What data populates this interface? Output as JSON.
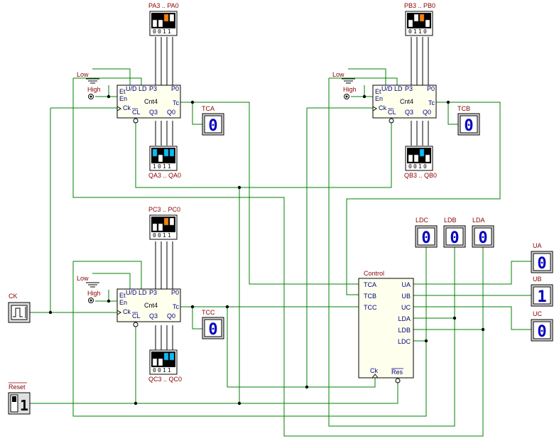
{
  "counters": [
    {
      "id": "A",
      "name": "Cnt4",
      "low": "Low",
      "high": "High",
      "pins": {
        "ud": "U/D",
        "ld": "LD",
        "p3": "P3",
        "p0": "P0",
        "et": "Et",
        "en": "En",
        "ck": "Ck",
        "cl": "CL",
        "q3": "Q3",
        "q0": "Q0",
        "tc": "Tc"
      },
      "p_label": "PA3 .. PA0",
      "q_label": "QA3 .. QA0",
      "tc_label": "TCA",
      "tc_value": "0",
      "p_bits": "0011",
      "q_bits": "1011"
    },
    {
      "id": "B",
      "name": "Cnt4",
      "low": "Low",
      "high": "High",
      "pins": {
        "ud": "U/D",
        "ld": "LD",
        "p3": "P3",
        "p0": "P0",
        "et": "Et",
        "en": "En",
        "ck": "Ck",
        "cl": "CL",
        "q3": "Q3",
        "q0": "Q0",
        "tc": "Tc"
      },
      "p_label": "PB3 .. PB0",
      "q_label": "QB3 .. QB0",
      "tc_label": "TCB",
      "tc_value": "0",
      "p_bits": "0110",
      "q_bits": "0010"
    },
    {
      "id": "C",
      "name": "Cnt4",
      "low": "Low",
      "high": "High",
      "pins": {
        "ud": "U/D",
        "ld": "LD",
        "p3": "P3",
        "p0": "P0",
        "et": "Et",
        "en": "En",
        "ck": "Ck",
        "cl": "CL",
        "q3": "Q3",
        "q0": "Q0",
        "tc": "Tc"
      },
      "p_label": "PC3 .. PC0",
      "q_label": "QC3 .. QC0",
      "tc_label": "TCC",
      "tc_value": "0",
      "p_bits": "0011",
      "q_bits": "0011"
    }
  ],
  "control": {
    "title": "Control",
    "inputs": [
      "TCA",
      "TCB",
      "TCC"
    ],
    "outputs": [
      "UA",
      "UB",
      "UC",
      "LDA",
      "LDB",
      "LDC"
    ],
    "ck": "Ck",
    "res": "Res"
  },
  "indicators": [
    {
      "name": "LDC",
      "value": "0"
    },
    {
      "name": "LDB",
      "value": "0"
    },
    {
      "name": "LDA",
      "value": "0"
    },
    {
      "name": "UA",
      "value": "0"
    },
    {
      "name": "UB",
      "value": "1"
    },
    {
      "name": "UC",
      "value": "0"
    }
  ],
  "clock": {
    "label": "CK"
  },
  "reset": {
    "label": "Reset",
    "value": "1"
  },
  "colors": {
    "wire": "#008000",
    "label": "#8b0000",
    "pin": "#00007f",
    "digit": "#0000c0",
    "dip_off": "#ffffff",
    "dip_on": "#00c0ff",
    "dip_hi": "#ff8000"
  }
}
